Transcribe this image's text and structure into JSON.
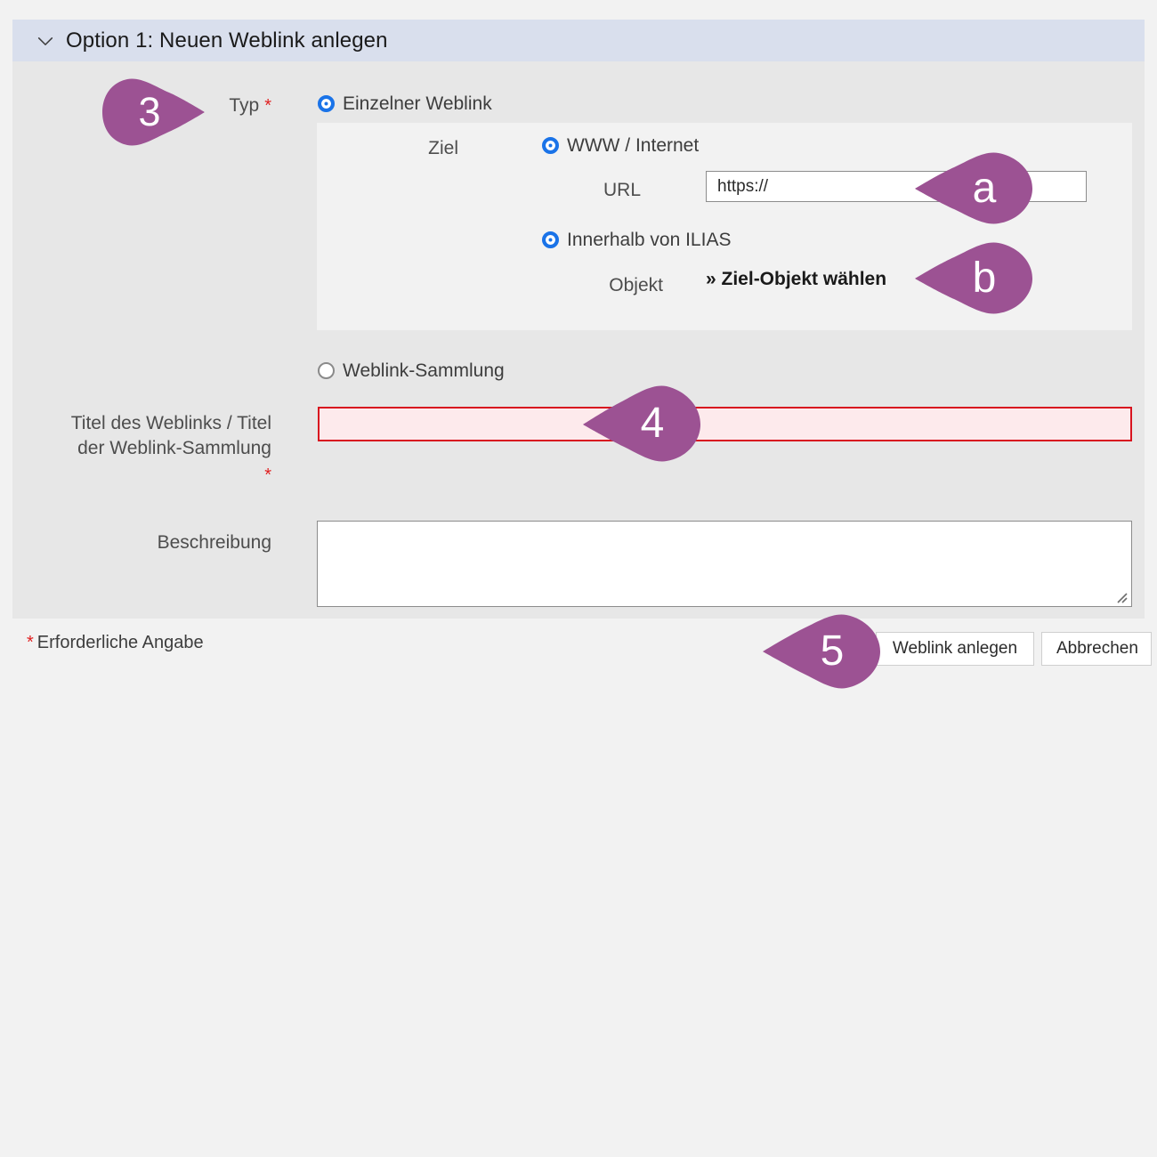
{
  "panel": {
    "title": "Option 1: Neuen Weblink anlegen",
    "collapse_icon": "chevron-down-icon"
  },
  "form": {
    "typ": {
      "label": "Typ",
      "required_mark": "*",
      "options": [
        {
          "label": "Einzelner Weblink",
          "selected": true
        },
        {
          "label": "Weblink-Sammlung",
          "selected": false
        }
      ]
    },
    "ziel": {
      "label": "Ziel",
      "options": [
        {
          "label": "WWW / Internet",
          "selected": true
        },
        {
          "label": "Innerhalb von ILIAS",
          "selected": true
        }
      ]
    },
    "url": {
      "label": "URL",
      "value": "https://",
      "placeholder": ""
    },
    "objekt": {
      "label": "Objekt",
      "link_text": "» Ziel-Objekt wählen"
    },
    "titel": {
      "label_line1": "Titel des Weblinks / Titel",
      "label_line2": "der Weblink-Sammlung",
      "required_mark": "*",
      "value": "",
      "placeholder": ""
    },
    "beschreibung": {
      "label": "Beschreibung",
      "value": "",
      "placeholder": ""
    }
  },
  "footer": {
    "required_star": "*",
    "required_note": "Erforderliche Angabe",
    "submit_label": "Weblink anlegen",
    "cancel_label": "Abbrechen"
  },
  "callouts": [
    {
      "id": "3",
      "label": "3",
      "direction": "right"
    },
    {
      "id": "a",
      "label": "a",
      "direction": "left"
    },
    {
      "id": "b",
      "label": "b",
      "direction": "left"
    },
    {
      "id": "4",
      "label": "4",
      "direction": "left"
    },
    {
      "id": "5",
      "label": "5",
      "direction": "left"
    }
  ],
  "colors": {
    "callout_purple": "#9c5293",
    "header_blue": "#d9dfed",
    "panel_gray": "#e7e7e7",
    "subpanel_gray": "#f2f2f2",
    "accent_blue": "#1a73e8",
    "error_red": "#d8141f",
    "required_red": "#e02020"
  }
}
